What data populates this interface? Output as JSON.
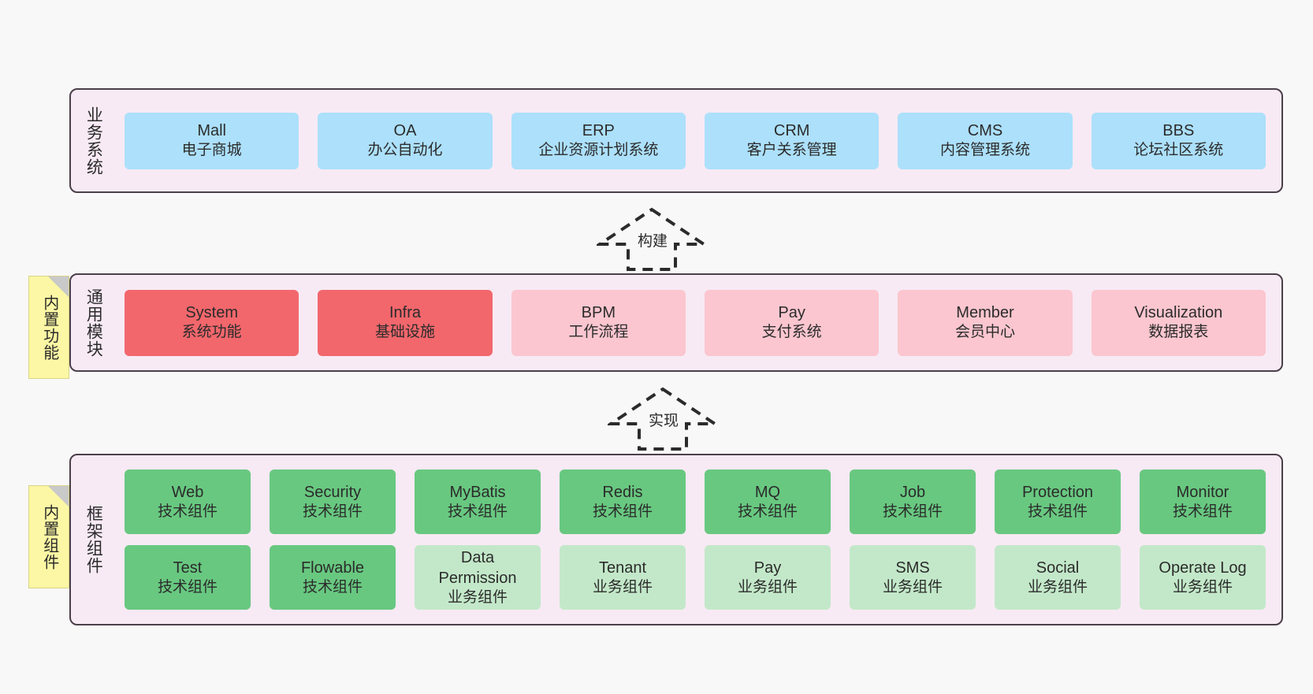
{
  "canvas": {
    "background": "#f9f8f8",
    "border_color": "#4a4049",
    "layer_background": "#f7eaf4"
  },
  "palette": {
    "blue": "#ace0fb",
    "red": "#f2676c",
    "pink": "#fbc6cf",
    "green": "#68c880",
    "light_green": "#c3e8c9",
    "sticky_yellow": "#fbf7a4",
    "fold_gray": "#c9c9c9"
  },
  "layers": [
    {
      "id": "business-systems",
      "title": "业务系统",
      "rows": [
        {
          "nodes": [
            {
              "title": "Mall",
              "sub": "电子商城",
              "color": "blue"
            },
            {
              "title": "OA",
              "sub": "办公自动化",
              "color": "blue"
            },
            {
              "title": "ERP",
              "sub": "企业资源计划系统",
              "color": "blue"
            },
            {
              "title": "CRM",
              "sub": "客户关系管理",
              "color": "blue"
            },
            {
              "title": "CMS",
              "sub": "内容管理系统",
              "color": "blue"
            },
            {
              "title": "BBS",
              "sub": "论坛社区系统",
              "color": "blue"
            }
          ]
        }
      ]
    },
    {
      "id": "common-modules",
      "title": "通用模块",
      "sticky": "内置功能",
      "rows": [
        {
          "nodes": [
            {
              "title": "System",
              "sub": "系统功能",
              "color": "red"
            },
            {
              "title": "Infra",
              "sub": "基础设施",
              "color": "red"
            },
            {
              "title": "BPM",
              "sub": "工作流程",
              "color": "pink"
            },
            {
              "title": "Pay",
              "sub": "支付系统",
              "color": "pink"
            },
            {
              "title": "Member",
              "sub": "会员中心",
              "color": "pink"
            },
            {
              "title": "Visualization",
              "sub": "数据报表",
              "color": "pink"
            }
          ]
        }
      ]
    },
    {
      "id": "framework-components",
      "title": "框架组件",
      "sticky": "内置组件",
      "rows": [
        {
          "nodes": [
            {
              "title": "Web",
              "sub": "技术组件",
              "color": "green"
            },
            {
              "title": "Security",
              "sub": "技术组件",
              "color": "green"
            },
            {
              "title": "MyBatis",
              "sub": "技术组件",
              "color": "green"
            },
            {
              "title": "Redis",
              "sub": "技术组件",
              "color": "green"
            },
            {
              "title": "MQ",
              "sub": "技术组件",
              "color": "green"
            },
            {
              "title": "Job",
              "sub": "技术组件",
              "color": "green"
            },
            {
              "title": "Protection",
              "sub": "技术组件",
              "color": "green"
            },
            {
              "title": "Monitor",
              "sub": "技术组件",
              "color": "green"
            }
          ]
        },
        {
          "nodes": [
            {
              "title": "Test",
              "sub": "技术组件",
              "color": "green"
            },
            {
              "title": "Flowable",
              "sub": "技术组件",
              "color": "green"
            },
            {
              "title": "Data Permission",
              "sub": "业务组件",
              "color": "lgreen"
            },
            {
              "title": "Tenant",
              "sub": "业务组件",
              "color": "lgreen"
            },
            {
              "title": "Pay",
              "sub": "业务组件",
              "color": "lgreen"
            },
            {
              "title": "SMS",
              "sub": "业务组件",
              "color": "lgreen"
            },
            {
              "title": "Social",
              "sub": "业务组件",
              "color": "lgreen"
            },
            {
              "title": "Operate Log",
              "sub": "业务组件",
              "color": "lgreen"
            }
          ]
        }
      ]
    }
  ],
  "arrows": [
    {
      "id": "build",
      "label": "构建"
    },
    {
      "id": "implement",
      "label": "实现"
    }
  ]
}
